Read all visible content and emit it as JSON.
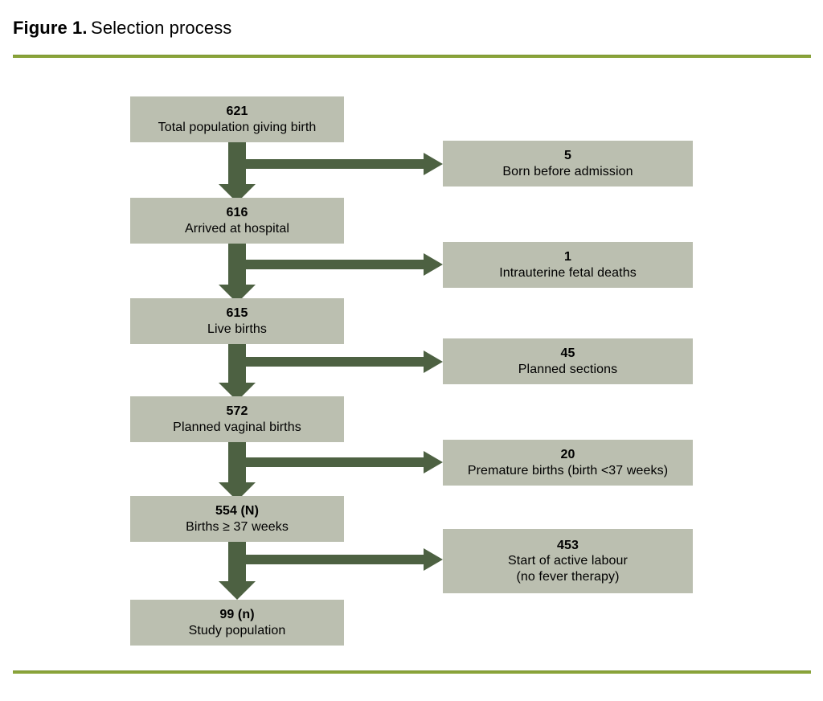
{
  "figure": {
    "label": "Figure 1.",
    "title": "Selection process",
    "rule_color": "#8aa43a"
  },
  "theme": {
    "box_fill": "#bbbfb0",
    "arrow_color": "#4d6142",
    "background": "#ffffff",
    "text_color": "#000000"
  },
  "chart_data": {
    "type": "diagram",
    "title": "Selection process",
    "diagram_kind": "flowchart-consort",
    "main_flow": [
      {
        "count": "621",
        "label": "Total population giving birth"
      },
      {
        "count": "616",
        "label": "Arrived at hospital"
      },
      {
        "count": "615",
        "label": "Live births"
      },
      {
        "count": "572",
        "label": "Planned vaginal births"
      },
      {
        "count": "554 (N)",
        "label": "Births ≥ 37 weeks"
      },
      {
        "count": "99 (n)",
        "label": "Study population"
      }
    ],
    "excluded": [
      {
        "count": "5",
        "label": "Born before admission"
      },
      {
        "count": "1",
        "label": "Intrauterine fetal deaths"
      },
      {
        "count": "45",
        "label": "Planned sections"
      },
      {
        "count": "20",
        "label": "Premature births (birth <37 weeks)"
      },
      {
        "count": "453",
        "label": "Start of active labour",
        "label2": "(no fever therapy)"
      }
    ]
  },
  "main": {
    "nodes": [
      {
        "count": "621",
        "label": "Total population giving birth"
      },
      {
        "count": "616",
        "label": "Arrived at hospital"
      },
      {
        "count": "615",
        "label": "Live births"
      },
      {
        "count": "572",
        "label": "Planned vaginal births"
      },
      {
        "count": "554 (N)",
        "label": "Births ≥ 37 weeks"
      },
      {
        "count": "99 (n)",
        "label": "Study population"
      }
    ]
  },
  "side": {
    "nodes": [
      {
        "count": "5",
        "label": "Born before admission"
      },
      {
        "count": "1",
        "label": "Intrauterine fetal deaths"
      },
      {
        "count": "45",
        "label": "Planned sections"
      },
      {
        "count": "20",
        "label": "Premature births (birth <37 weeks)"
      },
      {
        "count": "453",
        "label": "Start of active labour",
        "label2": "(no fever therapy)"
      }
    ]
  }
}
